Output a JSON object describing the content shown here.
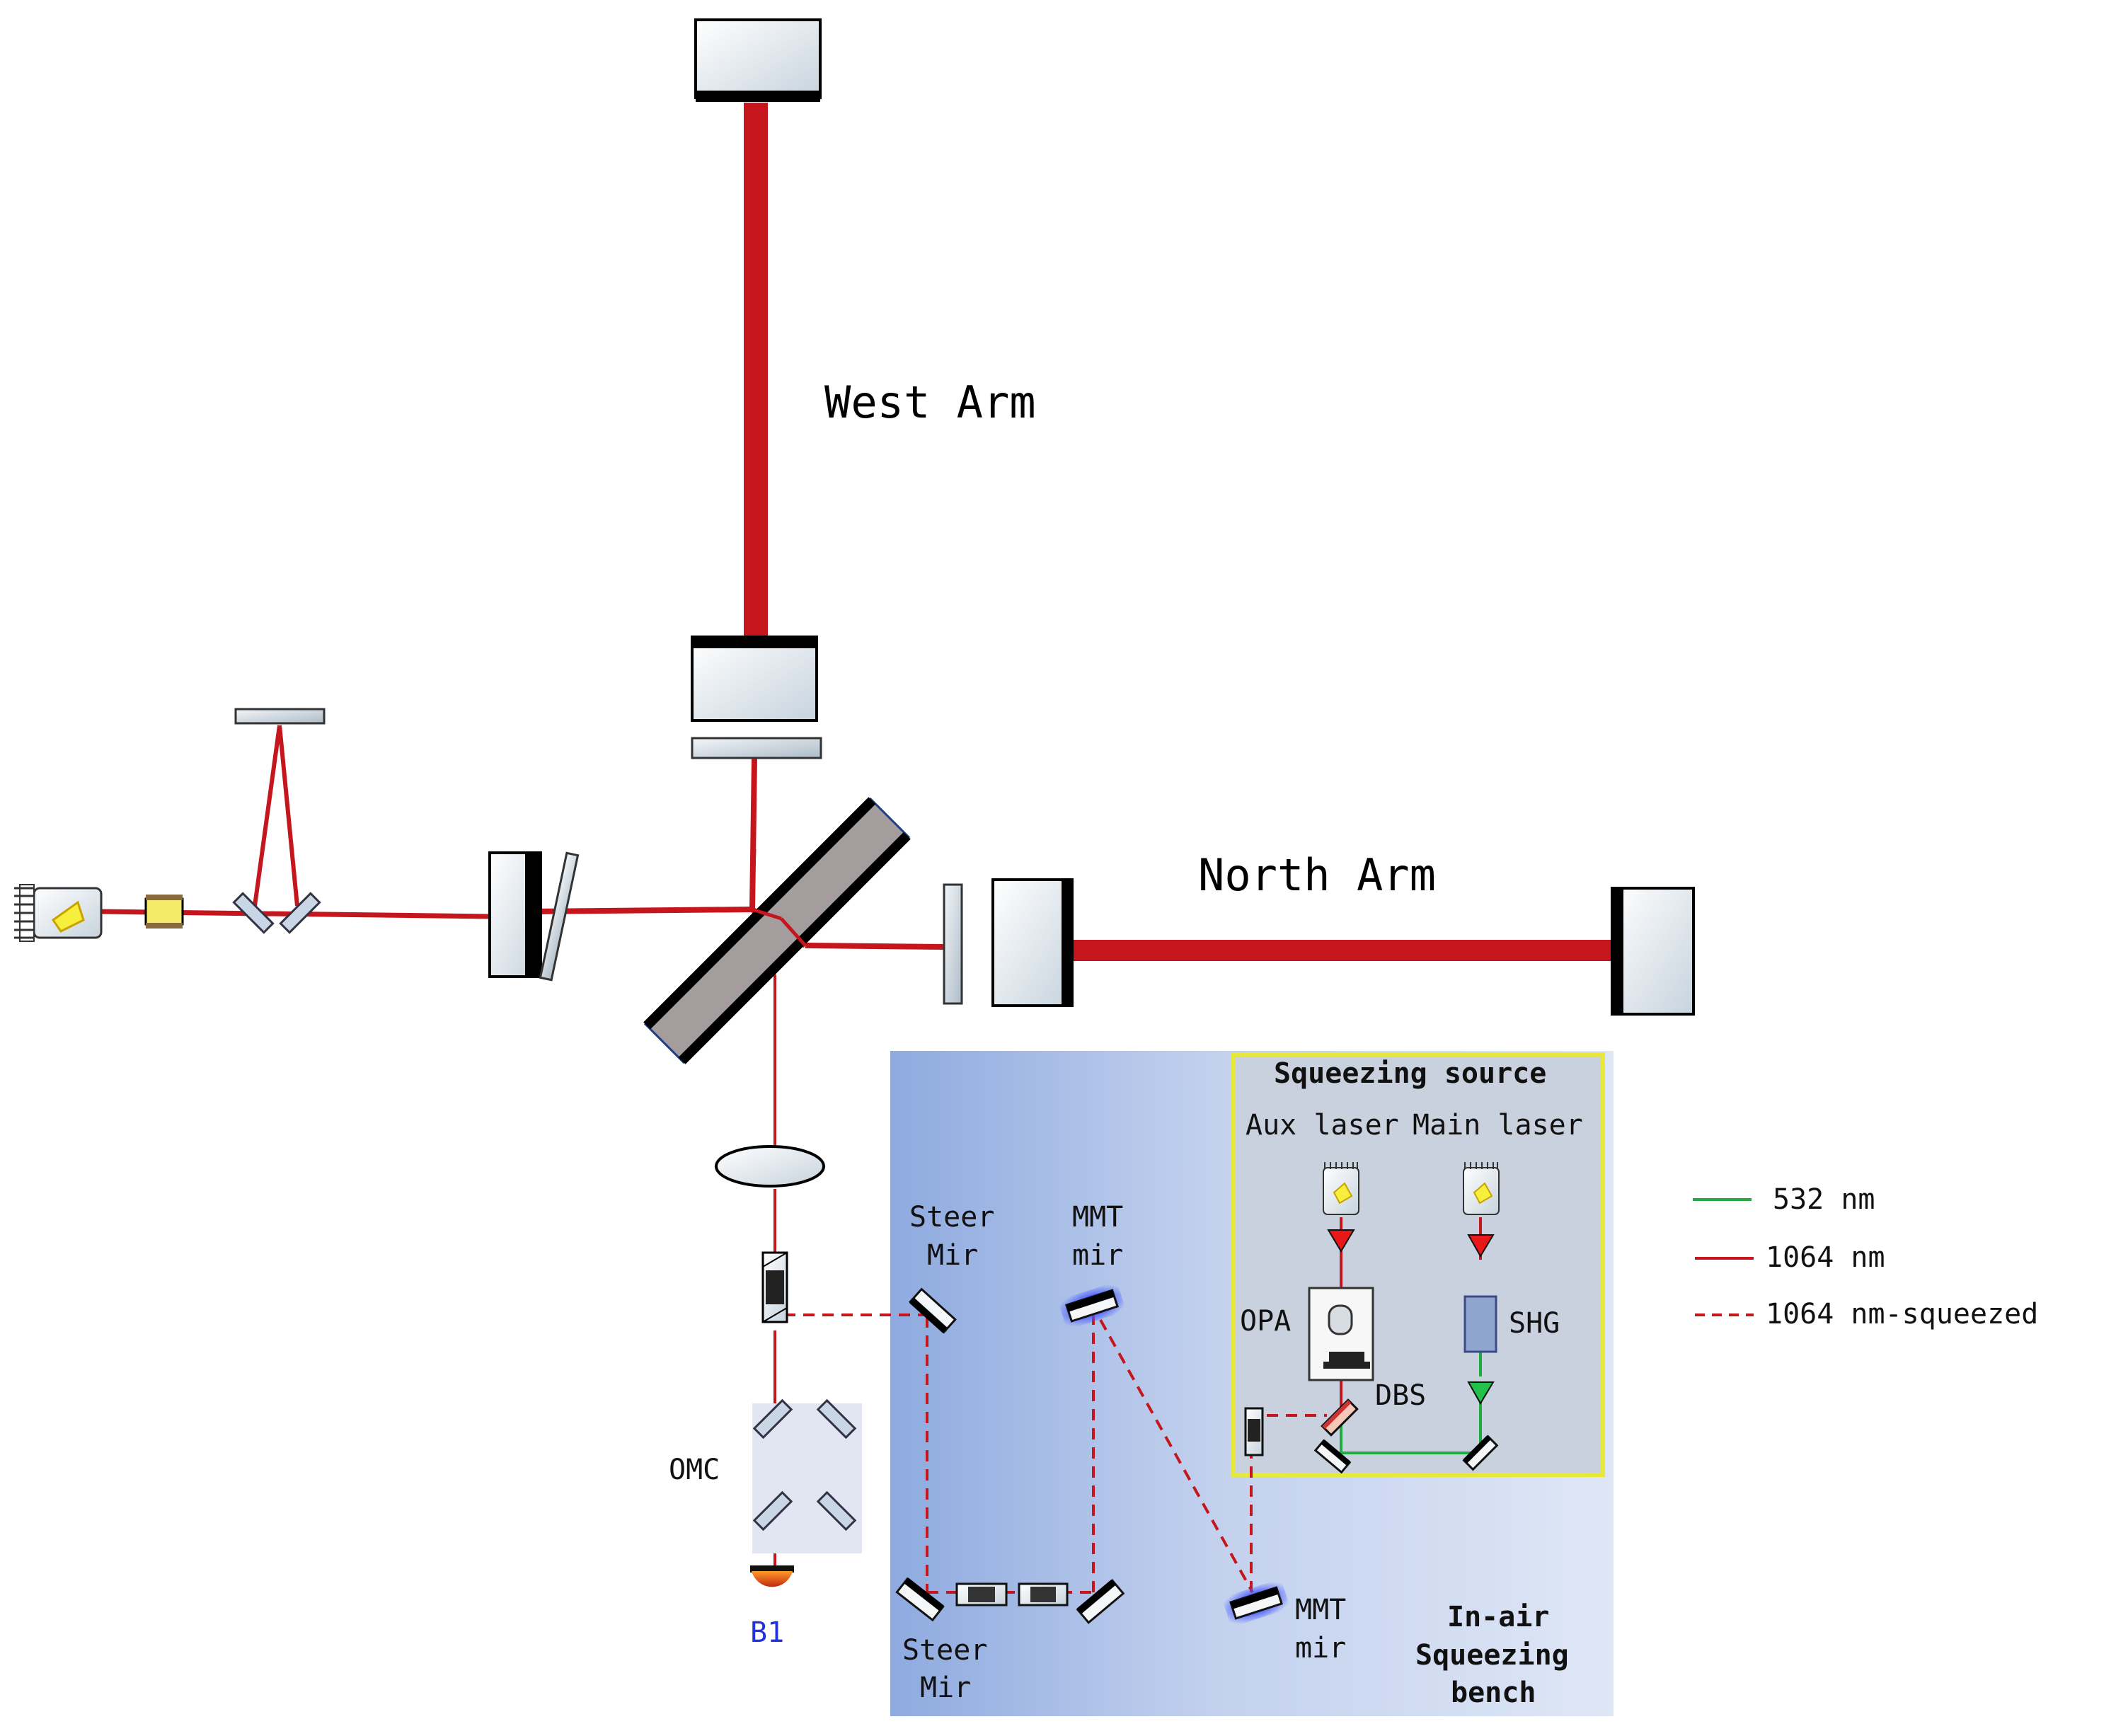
{
  "labels": {
    "west_arm": "West Arm",
    "north_arm": "North Arm",
    "omc": "OMC",
    "b1": "B1",
    "steer_mir_1": [
      "Steer",
      "Mir"
    ],
    "steer_mir_2": [
      "Steer",
      "Mir"
    ],
    "mmt_mir_1": [
      "MMT",
      "mir"
    ],
    "mmt_mir_2": [
      "MMT",
      "mir"
    ],
    "bench_title": [
      "In-air",
      "Squeezing",
      "bench"
    ],
    "squeezing_source": "Squeezing source",
    "aux_laser": "Aux laser",
    "main_laser": "Main laser",
    "opa": "OPA",
    "shg": "SHG",
    "dbs": "DBS"
  },
  "legend": [
    {
      "label": "532 nm",
      "color": "#22aa44",
      "style": "solid"
    },
    {
      "label": "1064 nm",
      "color": "#cc1a1a",
      "style": "solid"
    },
    {
      "label": "1064 nm-squeezed",
      "color": "#cc1a1a",
      "style": "dashed"
    }
  ],
  "colors": {
    "beam_red": "#c4161c",
    "beam_green": "#22aa44",
    "source_border": "#e8e83a",
    "b1_text": "#2233dd"
  }
}
